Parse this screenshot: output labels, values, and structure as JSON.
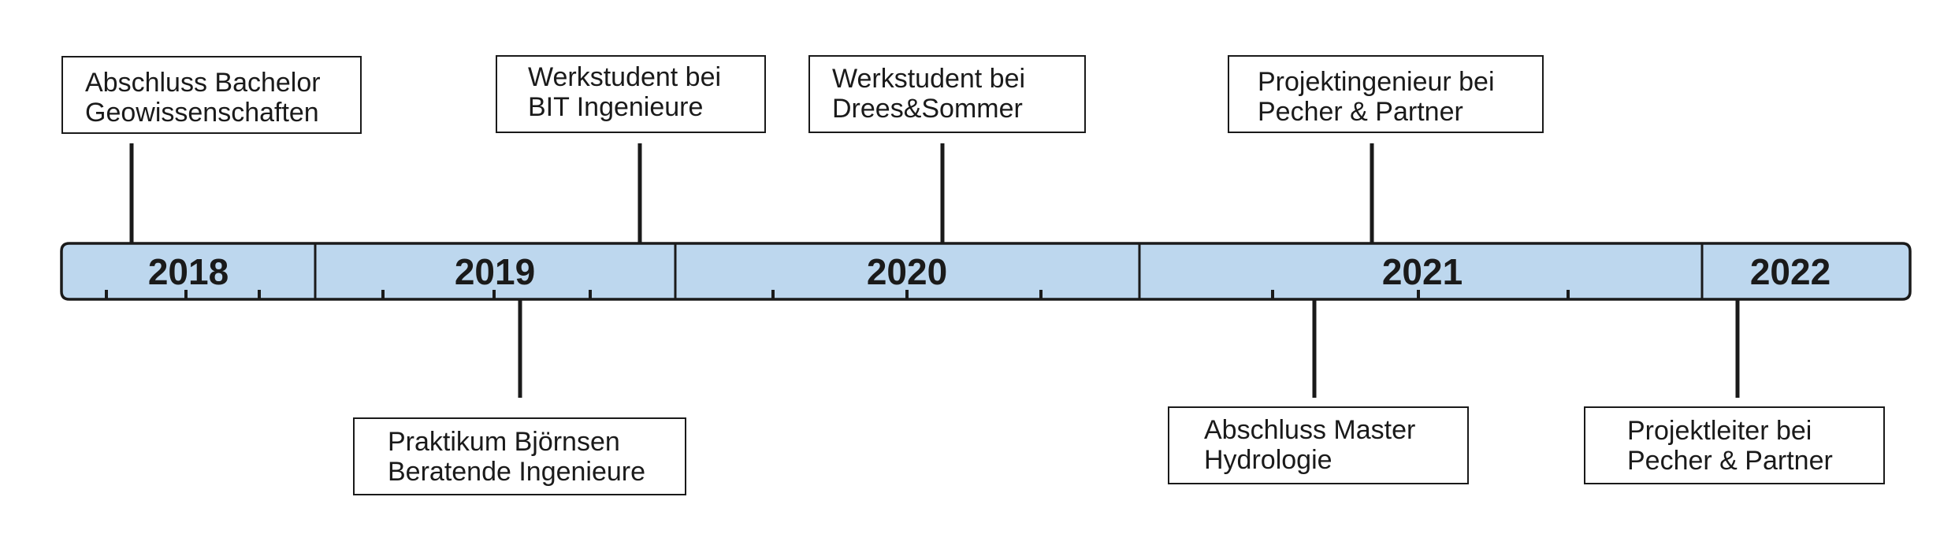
{
  "timeline": {
    "bar_color": "#bdd7ee",
    "line_color": "#1a1a1a",
    "years": [
      {
        "label": "2018"
      },
      {
        "label": "2019"
      },
      {
        "label": "2020"
      },
      {
        "label": "2021"
      },
      {
        "label": "2022"
      }
    ],
    "events_above": [
      {
        "line1": "Abschluss Bachelor",
        "line2": "Geowissenschaften"
      },
      {
        "line1": "Werkstudent bei",
        "line2": "BIT Ingenieure"
      },
      {
        "line1": "Werkstudent bei",
        "line2": "Drees&Sommer"
      },
      {
        "line1": "Projektingenieur bei",
        "line2": "Pecher & Partner"
      }
    ],
    "events_below": [
      {
        "line1": "Praktikum Björnsen",
        "line2": "Beratende Ingenieure"
      },
      {
        "line1": "Abschluss Master",
        "line2": "Hydrologie"
      },
      {
        "line1": "Projektleiter bei",
        "line2": "Pecher & Partner"
      }
    ]
  }
}
